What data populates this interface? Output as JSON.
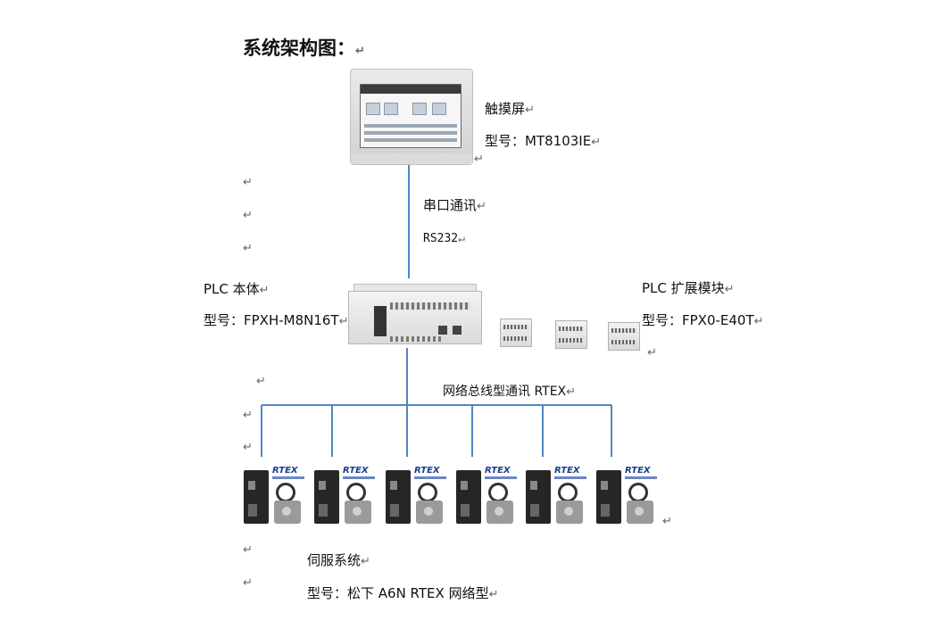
{
  "title": "系统架构图：",
  "return_mark": "↵",
  "hmi": {
    "name": "触摸屏",
    "model": "型号：MT8103IE"
  },
  "serial_link": {
    "label": "串口通讯",
    "protocol": "RS232"
  },
  "plc": {
    "name": "PLC 本体",
    "model": "型号：FPXH-M8N16T"
  },
  "expansion": {
    "name": "PLC 扩展模块",
    "model": "型号：FPX0-E40T"
  },
  "network": {
    "label": "网络总线型通讯 RTEX"
  },
  "servo": {
    "name": "伺服系统",
    "model": "型号：松下 A6N RTEX 网络型",
    "logo": "RTEX",
    "count": 6
  },
  "colors": {
    "line": "#4f86c6"
  },
  "icons": [
    "hmi-device-icon",
    "plc-device-icon",
    "expansion-module-icon",
    "servo-drive-icon",
    "servo-motor-icon"
  ]
}
